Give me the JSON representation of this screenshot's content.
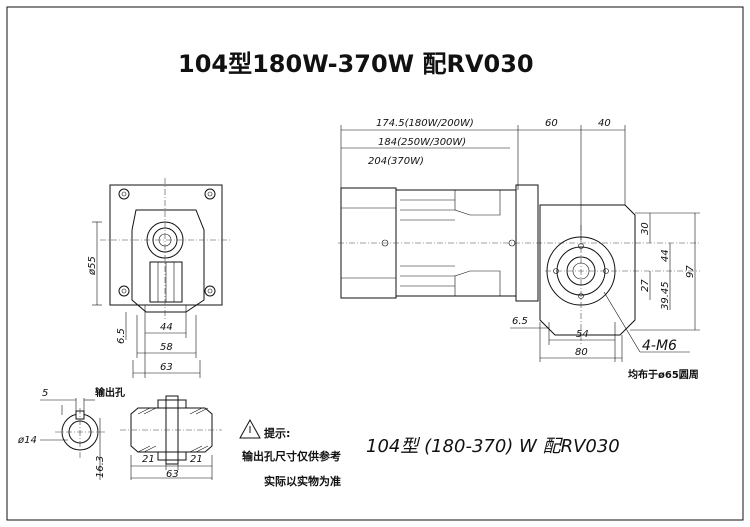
{
  "title": "104型180W-370W 配RV030",
  "side_view": {
    "dims": {
      "d55": "ø55",
      "d6_5": "6.5",
      "d44": "44",
      "d58": "58",
      "d63": "63"
    }
  },
  "main_view": {
    "dims": {
      "len_1": "174.5(180W/200W)",
      "len_2": "184(250W/300W)",
      "len_3": "204(370W)",
      "d60": "60",
      "d40": "40",
      "d30": "30",
      "d44": "44",
      "d97": "97",
      "d27": "27",
      "d39_45": "39.45",
      "d6_5": "6.5",
      "d54": "54",
      "d80": "80"
    },
    "thread_label": "4-M6",
    "thread_note": "均布于ø65圆周"
  },
  "output_shaft": {
    "dims": {
      "d5": "5",
      "d14": "ø14",
      "d16_3": "16.3",
      "d21a": "21",
      "d21b": "21",
      "d63": "63"
    },
    "label": "输出孔"
  },
  "notes": {
    "heading": "提示:",
    "line1": "输出孔尺寸仅供参考",
    "line2": "实际以实物为准"
  },
  "caption": "104型 (180-370) W 配RV030"
}
